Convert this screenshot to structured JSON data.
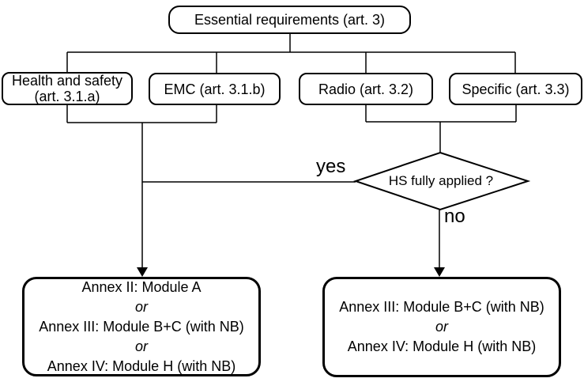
{
  "diagram": {
    "background_color": "#ffffff",
    "line_color": "#000000",
    "nodes": {
      "essential": {
        "label": "Essential requirements (art. 3)"
      },
      "health_safety": {
        "label": "Health and safety (art. 3.1.a)"
      },
      "emc": {
        "label": "EMC (art. 3.1.b)"
      },
      "radio": {
        "label": "Radio (art. 3.2)"
      },
      "specific": {
        "label": "Specific (art. 3.3)"
      },
      "decision": {
        "label": "HS fully applied ?"
      },
      "annex_left": {
        "lines": [
          "Annex II: Module A",
          "or",
          "Annex III: Module B+C (with NB)",
          "or",
          "Annex IV: Module H (with NB)"
        ]
      },
      "annex_right": {
        "lines": [
          "Annex III: Module B+C (with NB)",
          "or",
          "Annex IV: Module H (with NB)"
        ]
      }
    },
    "edge_labels": {
      "yes": "yes",
      "no": "no"
    }
  }
}
